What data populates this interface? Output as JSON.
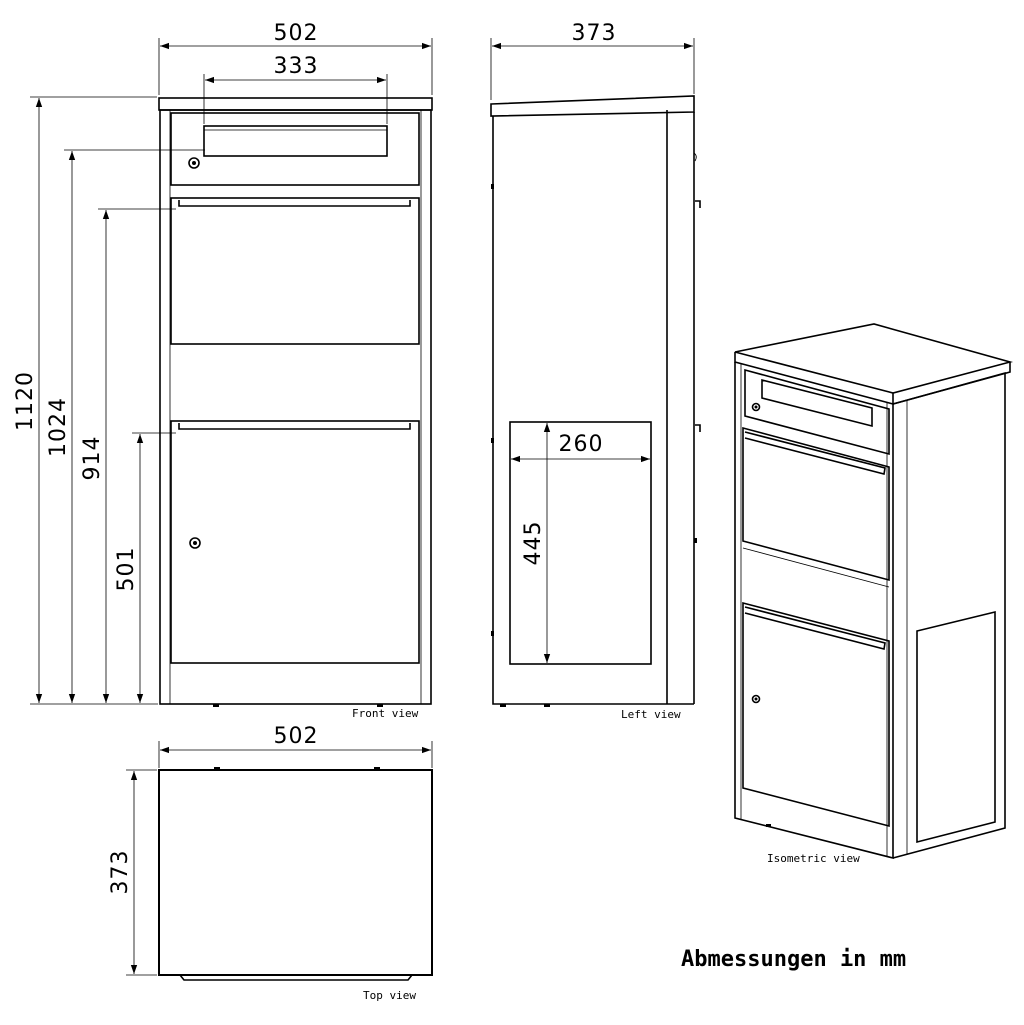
{
  "title": "Abmessungen in mm",
  "views": {
    "front": "Front view",
    "left": "Left view",
    "top": "Top view",
    "isometric": "Isometric view"
  },
  "dimensions": {
    "front_width": "502",
    "slot_width": "333",
    "total_height": "1120",
    "slot_height": "1024",
    "upper_door_height": "914",
    "lower_door_height": "501",
    "side_depth": "373",
    "side_panel_width": "260",
    "side_panel_height": "445",
    "top_width": "502",
    "top_depth": "373"
  }
}
